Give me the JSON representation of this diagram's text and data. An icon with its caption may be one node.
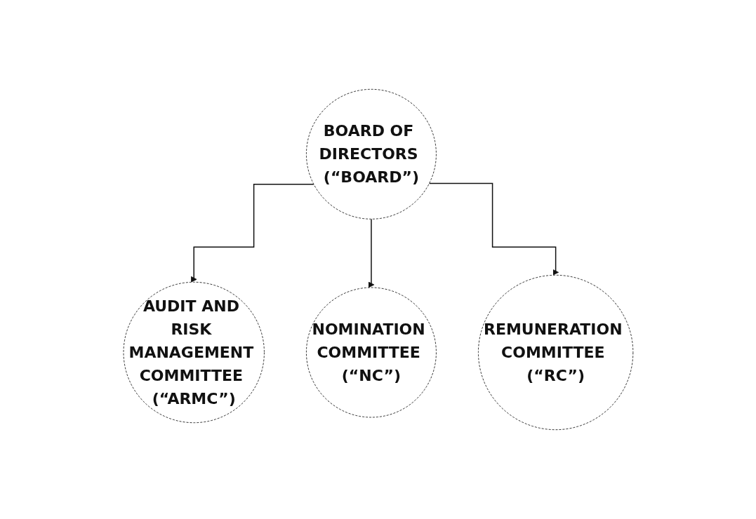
{
  "diagram": {
    "nodes": [
      {
        "text": [
          "BOARD OF DIRECTORS (“BOARD”)"
        ]
      },
      {
        "text": [
          "AUDIT AND RISK MANAGEMENT COMMITTEE (“ARMC”)"
        ]
      },
      {
        "text": [
          "NOMINATION COMMITTEE (“NC”)"
        ]
      },
      {
        "text": [
          "REMUNERATION COMMITTEE (“RC”)"
        ]
      }
    ],
    "edges": [
      {
        "from": 0,
        "to": 1,
        "arrow": "to"
      },
      {
        "from": 0,
        "to": 2,
        "arrow": "to"
      },
      {
        "from": 0,
        "to": 3,
        "arrow": "to"
      }
    ]
  }
}
